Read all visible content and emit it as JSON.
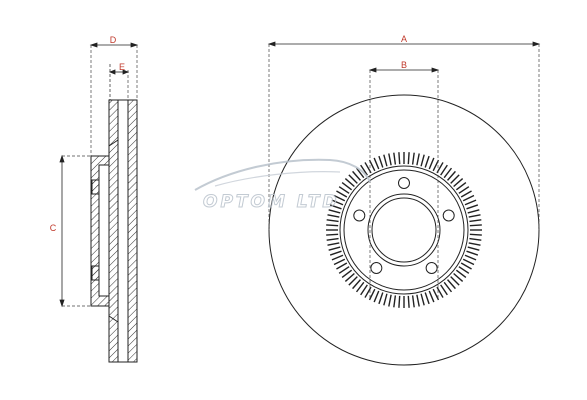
{
  "dimensions": {
    "A": "A",
    "B": "B",
    "C": "C",
    "D": "D",
    "E": "E"
  },
  "watermark": {
    "text": "OPTOM LTD"
  },
  "colors": {
    "line": "#222222",
    "dimension_label": "#c0392b",
    "watermark": "#b9c2cc"
  },
  "tone_ring": {
    "teeth_count": 96
  },
  "hub_bolts": {
    "count": 5
  }
}
